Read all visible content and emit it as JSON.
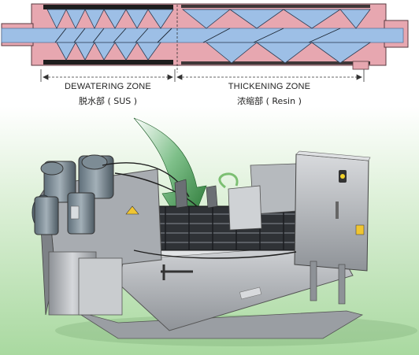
{
  "diagram": {
    "dewatering": {
      "title": "DEWATERING ZONE",
      "subtitle": "脱水部 ( SUS )"
    },
    "thickening": {
      "title": "THICKENING ZONE",
      "subtitle": "浓缩部 ( Resin )"
    }
  },
  "machine": {
    "motor_nameplate": "",
    "panel_label": ""
  },
  "colors": {
    "barrel_pink": "#e7a7b0",
    "screw_blue": "#9dbfe6",
    "arrow_green": "#2f8a3c",
    "steel": "#b9bcc0",
    "background_green": "#bfe3b6"
  }
}
